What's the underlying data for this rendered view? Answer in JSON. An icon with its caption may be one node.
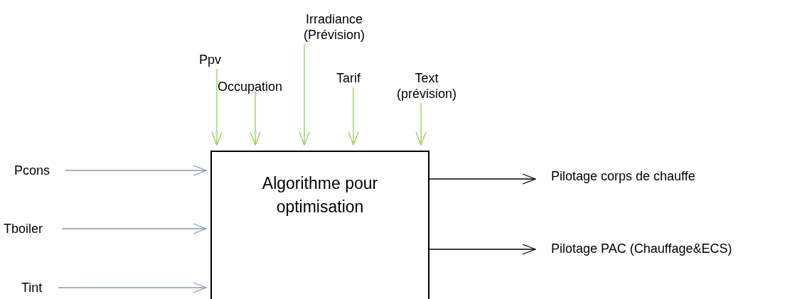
{
  "diagram": {
    "nodes": [
      {
        "text": [
          "Algorithme pour optimisation"
        ]
      },
      {
        "text": [
          "Ppv"
        ]
      },
      {
        "text": [
          "Occupation"
        ]
      },
      {
        "text": [
          "Irradiance (Prévision)"
        ]
      },
      {
        "text": [
          "Tarif"
        ]
      },
      {
        "text": [
          "Text (prévision)"
        ]
      },
      {
        "text": [
          "Pcons"
        ]
      },
      {
        "text": [
          "Tboiler"
        ]
      },
      {
        "text": [
          "Tint"
        ]
      },
      {
        "text": [
          "Pilotage corps de chauffe"
        ]
      },
      {
        "text": [
          "Pilotage PAC (Chauffage&ECS)"
        ]
      }
    ],
    "edges": [
      {
        "from": 1,
        "to": 0,
        "arrow": "to"
      },
      {
        "from": 2,
        "to": 0,
        "arrow": "to"
      },
      {
        "from": 3,
        "to": 0,
        "arrow": "to"
      },
      {
        "from": 4,
        "to": 0,
        "arrow": "to"
      },
      {
        "from": 5,
        "to": 0,
        "arrow": "to"
      },
      {
        "from": 6,
        "to": 0,
        "arrow": "to",
        "color": "#8497b0"
      },
      {
        "from": 7,
        "to": 0,
        "arrow": "to",
        "color": "#8497b0"
      },
      {
        "from": 8,
        "to": 0,
        "arrow": "to",
        "color": "#8497b0"
      },
      {
        "from": 0,
        "to": 9,
        "arrow": "to",
        "color": "#000000"
      },
      {
        "from": 0,
        "to": 10,
        "arrow": "to",
        "color": "#000000"
      }
    ]
  }
}
